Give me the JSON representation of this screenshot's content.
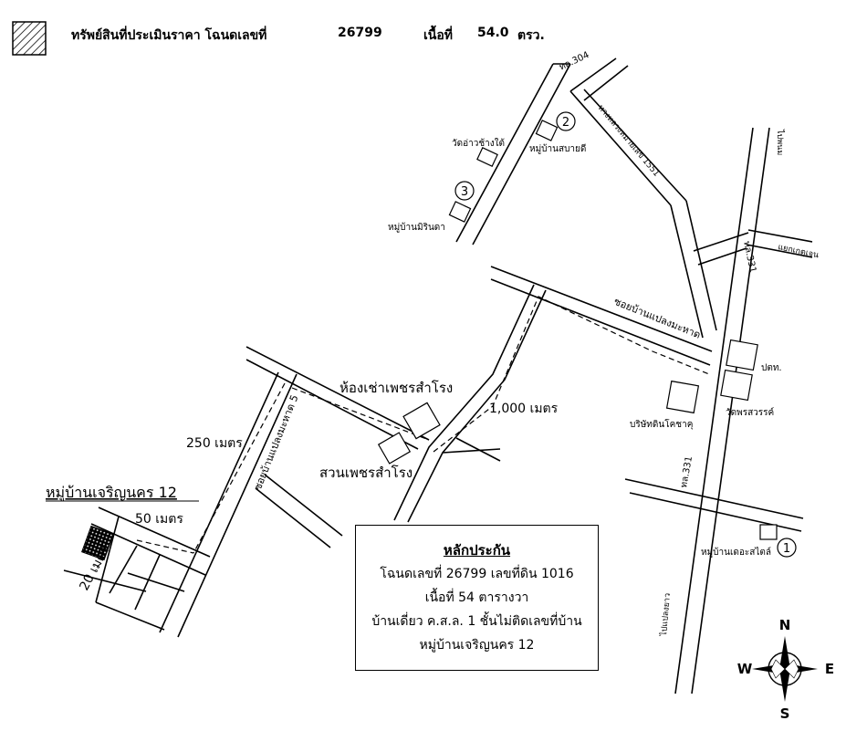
{
  "header": {
    "legend_text": "ทรัพย์สินที่ประเมินราคา โฉนดเลขที่",
    "deed_no": "26799",
    "area_label": "เนื้อที่",
    "area_value": "54.0",
    "area_unit": "ตรว."
  },
  "roads": {
    "th304": "ทล.304",
    "highway_1551": "ทางหลวงหมายเลข 1551",
    "to_phanom": "ไปพนม",
    "th331_upper": "ทล.331",
    "to_ket_chaeng": "แยกเกตุเจน",
    "soi_maehat_main": "ซอยบ้านแปลงมะหาด",
    "th331_lower": "ทล.331",
    "to_plaeng_yao": "ไปแปลงยาว",
    "soi_maehat_5": "ซอยบ้านแปลงมะหาด 5"
  },
  "places": {
    "wat_wang_chang": "วัดอ่าวช้างใต้",
    "village_sabai_dee": "หมู่บ้านสบายดี",
    "village_mirinda": "หมู่บ้านมิรินดา",
    "ptt": "ปตท.",
    "wat_phon_sawan": "วัดพรสวรรค์",
    "company_din": "บริษัทดินโคชาคุ",
    "village_the_style": "หมู่บ้านเดอะสไตล์",
    "apartment": "ห้องเช่าเพชรสำโรง",
    "suan_phet": "สวนเพชรสำโรง",
    "subject_village": "หมู่บ้านเจริญนคร 12"
  },
  "markers": {
    "m1": "1",
    "m2": "2",
    "m3": "3"
  },
  "distances": {
    "d1000": "1,000 เมตร",
    "d250": "250 เมตร",
    "d50": "50 เมตร",
    "d20": "20 เมตร"
  },
  "collateral": {
    "title": "หลักประกัน",
    "line1": "โฉนดเลขที่ 26799 เลขที่ดิน 1016",
    "line2": "เนื้อที่ 54  ตารางวา",
    "line3": "บ้านเดี่ยว ค.ส.ล. 1 ชั้นไม่ติดเลขที่บ้าน",
    "line4": "หมู่บ้านเจริญนคร 12"
  },
  "compass": {
    "north": "N",
    "south": "S",
    "east": "E",
    "west": "W"
  }
}
